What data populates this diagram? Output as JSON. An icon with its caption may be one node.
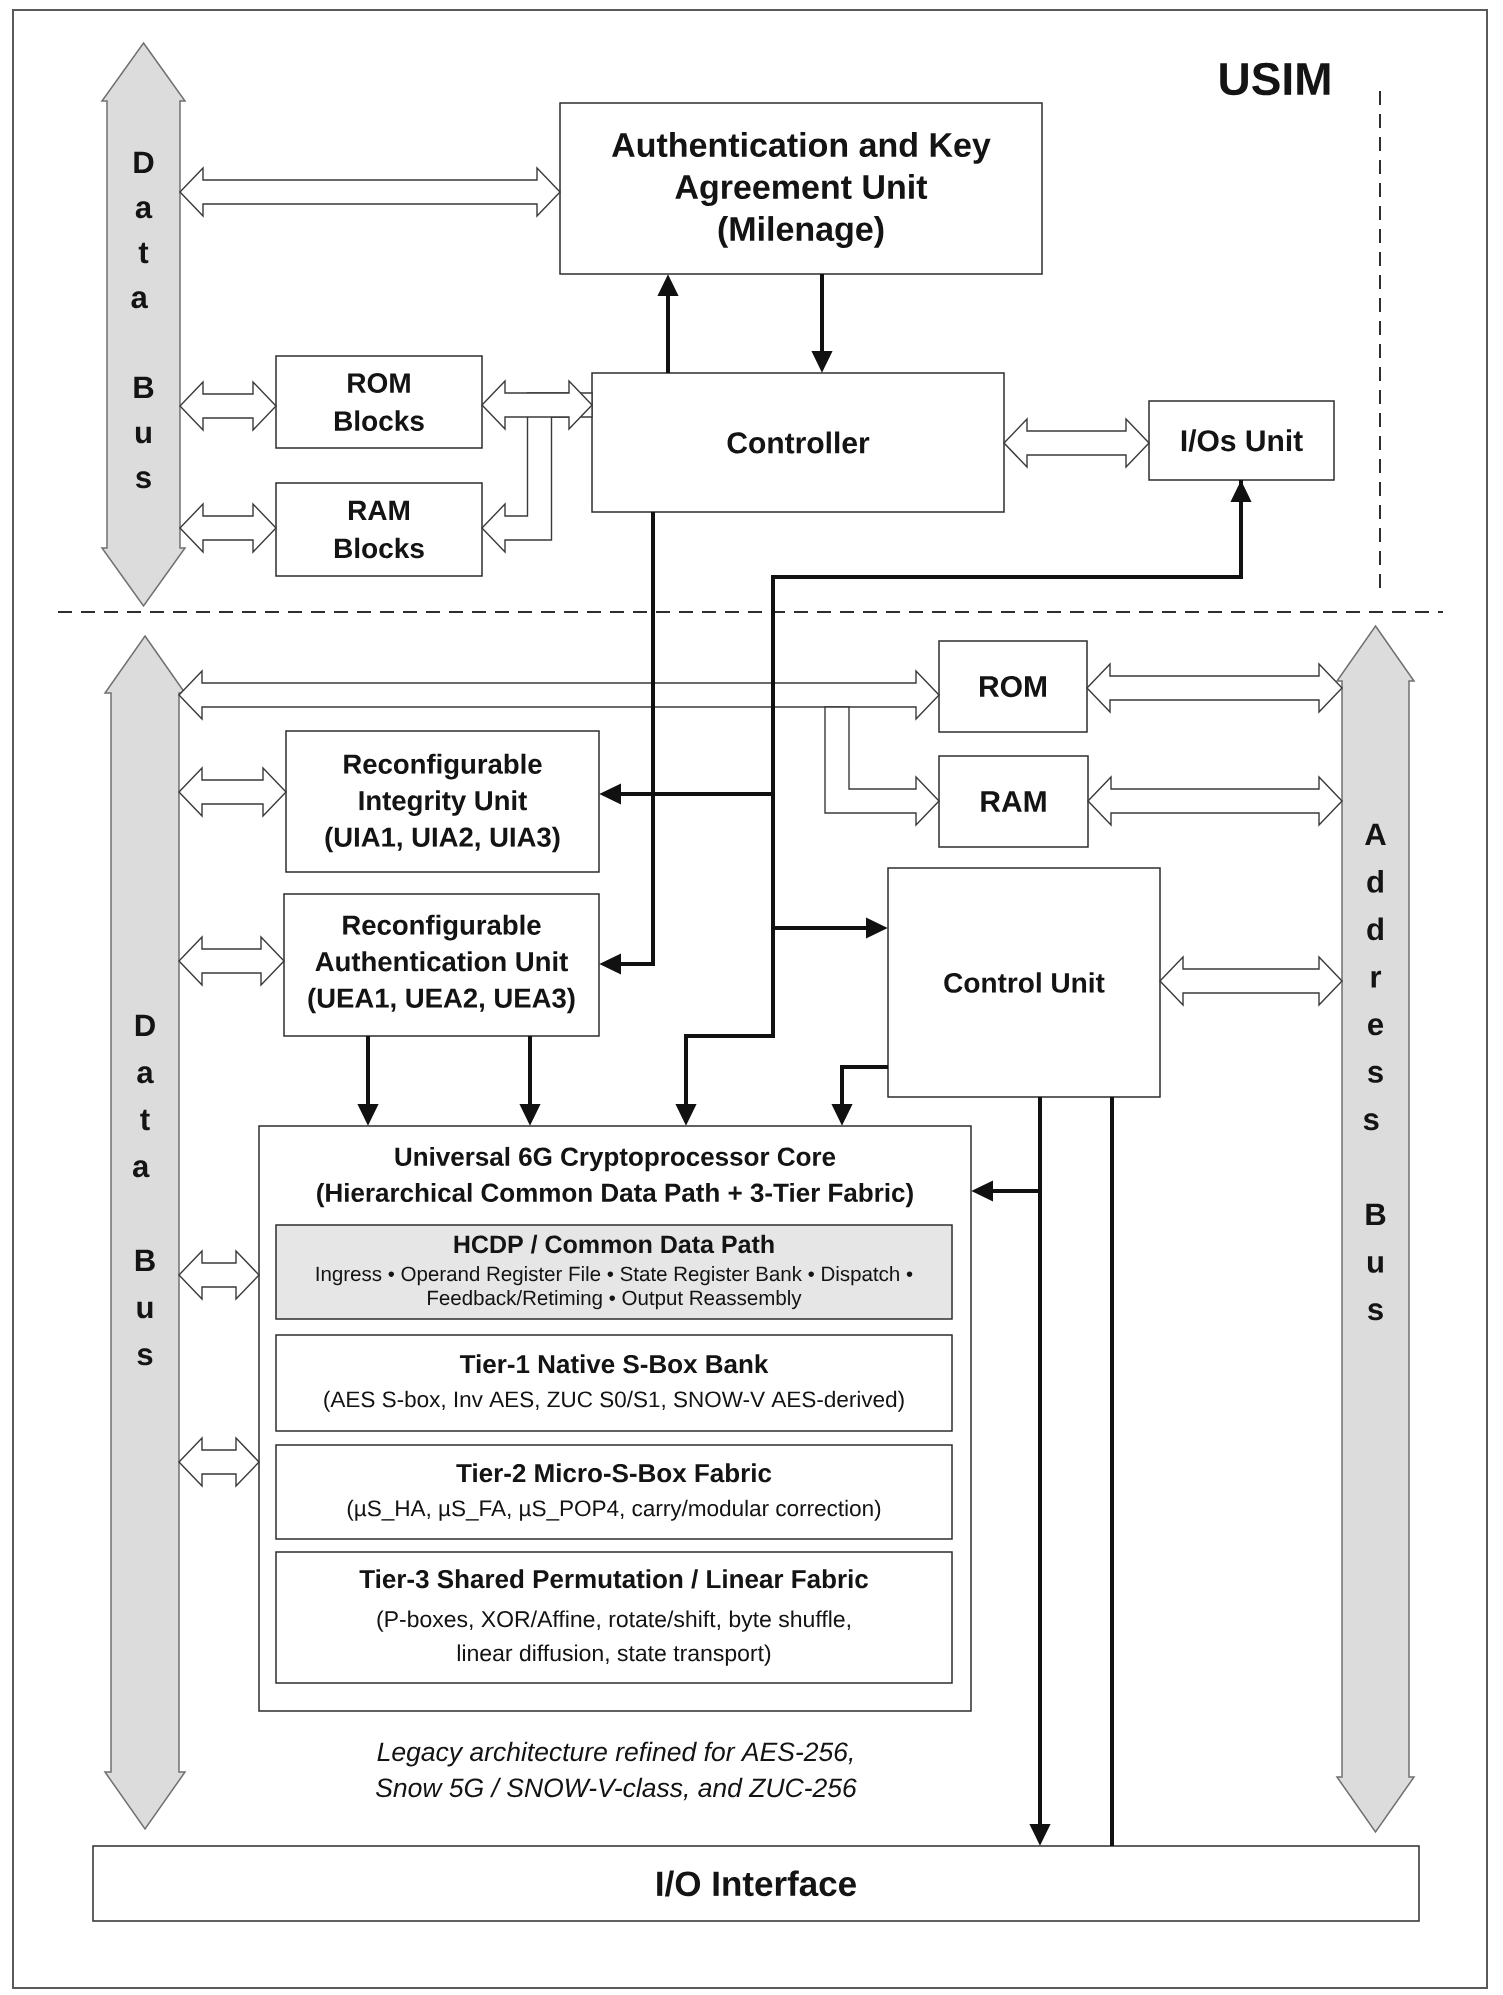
{
  "diagram": {
    "nodes": [
      {
        "text": [
          "Data Bus"
        ]
      },
      {
        "text": [
          "Authentication and Key Agreement Unit",
          "(Milenage)"
        ]
      },
      {
        "text": [
          "ROM Blocks"
        ]
      },
      {
        "text": [
          "RAM Blocks"
        ]
      },
      {
        "text": [
          "Controller"
        ]
      },
      {
        "text": [
          "I/Os Unit"
        ]
      },
      {
        "text": [
          "Data Bus"
        ]
      },
      {
        "text": [
          "ROM"
        ]
      },
      {
        "text": [
          "RAM"
        ]
      },
      {
        "text": [
          "Reconfigurable Integrity Unit",
          "(UIA1, UIA2, UIA3)"
        ]
      },
      {
        "text": [
          "Reconfigurable Authentication Unit",
          "(UEA1, UEA2, UEA3)"
        ]
      },
      {
        "text": [
          "Control Unit"
        ]
      },
      {
        "text": [
          "Address Bus"
        ]
      },
      {
        "text": [
          "Universal 6G Cryptoprocessor Core",
          "(Hierarchical Common Data Path + 3-Tier Fabric)"
        ]
      },
      {
        "text": [
          "HCDP / Common Data Path",
          "Ingress • Operand Register File • State Register Bank • Dispatch • Feedback/Retiming • Output Reassembly"
        ],
        "in": 13
      },
      {
        "text": [
          "Tier-1 Native S-Box Bank",
          "(AES S-box, Inv AES, ZUC S0/S1, SNOW-V AES-derived)"
        ],
        "in": 13
      },
      {
        "text": [
          "Tier-2 Micro-S-Box Fabric",
          "(µS_HA, µS_FA, µS_POP4, carry/modular correction)"
        ],
        "in": 13
      },
      {
        "text": [
          "Tier-3 Shared Permutation / Linear Fabric",
          "(P-boxes, XOR/Affine, rotate/shift, byte shuffle, linear diffusion, state transport)"
        ],
        "in": 13
      },
      {
        "text": [
          "I/O Interface"
        ]
      }
    ],
    "edges": [
      {
        "from": 0,
        "to": 1,
        "arrow": "both"
      },
      {
        "from": 0,
        "to": 2,
        "arrow": "both"
      },
      {
        "from": 0,
        "to": 3,
        "arrow": "both"
      },
      {
        "from": 2,
        "to": 4,
        "arrow": "both"
      },
      {
        "from": 4,
        "to": 3,
        "arrow": "to"
      },
      {
        "from": 4,
        "to": 1,
        "arrow": "to"
      },
      {
        "from": 1,
        "to": 4,
        "arrow": "to"
      },
      {
        "from": 4,
        "to": 5,
        "arrow": "both"
      },
      {
        "from": 4,
        "to": 10,
        "arrow": "to"
      },
      {
        "from": 5,
        "to": 9,
        "arrow": "both"
      },
      {
        "from": null,
        "to": 11,
        "arrow": "to"
      },
      {
        "from": 5,
        "to": 13,
        "arrow": "to"
      },
      {
        "from": 6,
        "to": 7,
        "arrow": "both"
      },
      {
        "from": null,
        "to": 8,
        "arrow": "to"
      },
      {
        "from": 7,
        "to": 12,
        "arrow": "both"
      },
      {
        "from": 8,
        "to": 12,
        "arrow": "both"
      },
      {
        "from": 6,
        "to": 9,
        "arrow": "both"
      },
      {
        "from": 6,
        "to": 10,
        "arrow": "both"
      },
      {
        "from": 11,
        "to": 12,
        "arrow": "both"
      },
      {
        "from": 10,
        "to": 13,
        "arrow": "to"
      },
      {
        "from": 10,
        "to": 13,
        "arrow": "to"
      },
      {
        "from": 11,
        "to": 13,
        "arrow": "to"
      },
      {
        "from": 11,
        "to": 18,
        "arrow": "to"
      },
      {
        "from": 11,
        "to": 13,
        "arrow": "to"
      },
      {
        "from": 11,
        "to": 18,
        "arrow": "none"
      },
      {
        "from": 6,
        "to": 13,
        "arrow": "both"
      },
      {
        "from": 6,
        "to": 13,
        "arrow": "both"
      }
    ],
    "labels": [
      "USIM",
      "Legacy architecture refined for AES-256, Snow 5G / SNOW-V-class, and ZUC-256"
    ]
  }
}
